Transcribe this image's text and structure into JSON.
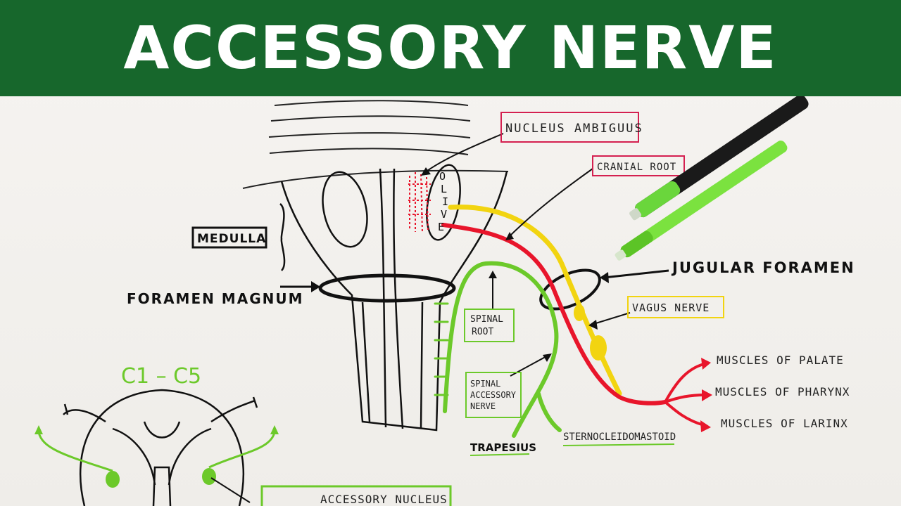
{
  "title": "ACCESSORY NERVE",
  "colors": {
    "title_bar": "#17672c",
    "cranial_root": "#e8152b",
    "vagus": "#f2d410",
    "spinal": "#6cc92a",
    "ink": "#111111"
  },
  "labels": {
    "nucleus_ambiguus": "NUCLEUS AMBIGUUS",
    "cranial_root": "CRANIAL ROOT",
    "olive": [
      "O",
      "L",
      "I",
      "V",
      "E"
    ],
    "medulla": "MEDULLA",
    "foramen_magnum": "FORAMEN MAGNUM",
    "jugular_foramen": "JUGULAR FORAMEN",
    "spinal_root": [
      "SPINAL",
      "ROOT"
    ],
    "vagus_nerve": "VAGUS NERVE",
    "spinal_accessory_nerve": [
      "SPINAL",
      "ACCESSORY",
      "NERVE"
    ],
    "trapesius": "TRAPESIUS",
    "sternocleidomastoid": "STERNOCLEIDOMASTOID",
    "muscles_palate": "MUSCLES OF PALATE",
    "muscles_pharynx": "MUSCLES OF PHARYNX",
    "muscles_larinx": "MUSCLES OF LARINX",
    "c1_c5": "C1 – C5",
    "accessory_nucleus": "ACCESSORY NUCLEUS"
  }
}
